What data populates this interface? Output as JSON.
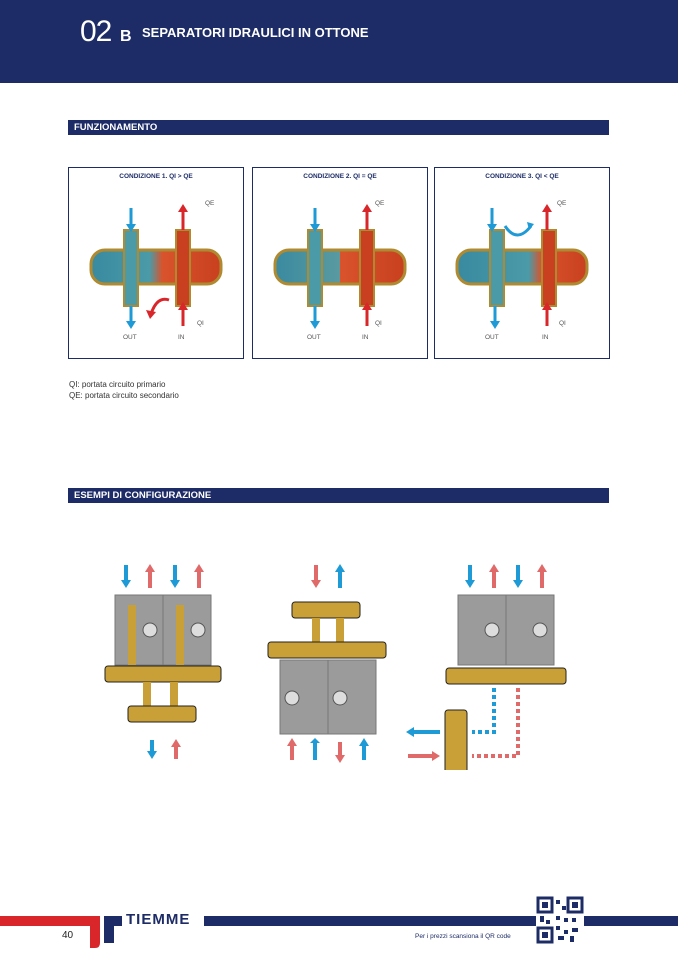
{
  "header": {
    "chapter": "02",
    "chapter_sub": "B",
    "title": "SEPARATORI IDRAULICI IN OTTONE"
  },
  "section1": {
    "title": "FUNZIONAMENTO"
  },
  "conditions": [
    {
      "title": "CONDIZIONE 1. QI > QE",
      "qe": "QE",
      "qi": "QI",
      "out": "OUT",
      "in": "IN"
    },
    {
      "title": "CONDIZIONE 2. QI = QE",
      "qe": "QE",
      "qi": "QI",
      "out": "OUT",
      "in": "IN"
    },
    {
      "title": "CONDIZIONE 3. QI < QE",
      "qe": "QE",
      "qi": "QI",
      "out": "OUT",
      "in": "IN"
    }
  ],
  "legend": {
    "qi": "QI: portata circuito primario",
    "qe": "QE: portata circuito secondario"
  },
  "section2": {
    "title": "ESEMPI DI CONFIGURAZIONE"
  },
  "footer": {
    "page": "40",
    "brand": "TIEMME",
    "qr_note": "Per i prezzi scansiona il QR code"
  },
  "colors": {
    "navy": "#1d2c66",
    "red": "#d8262b",
    "blue": "#1e9ad6",
    "brass": "#c9a038"
  }
}
